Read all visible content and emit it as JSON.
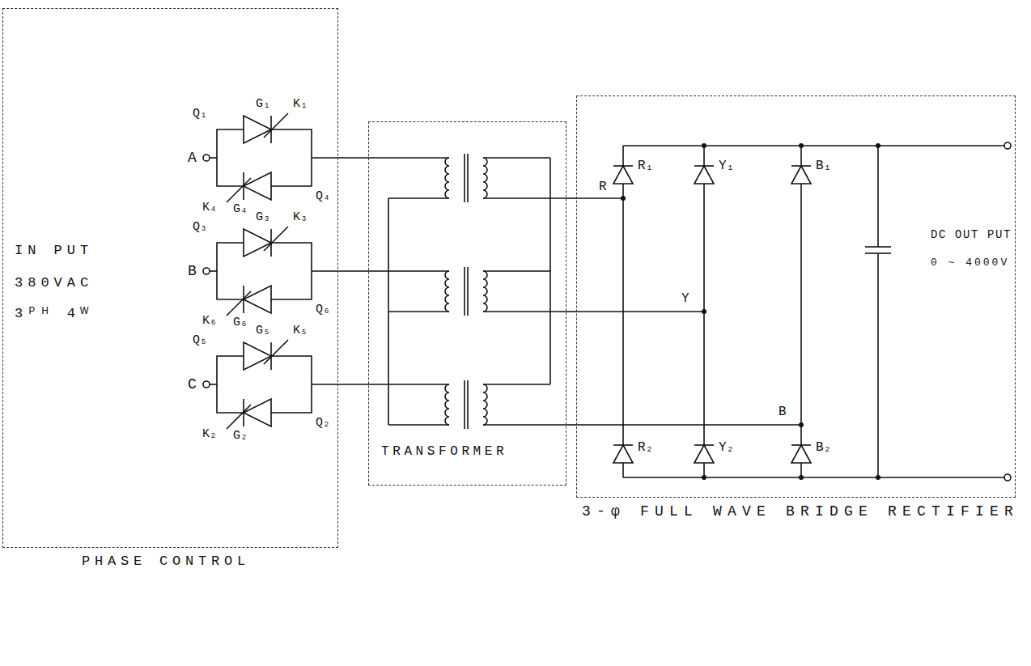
{
  "diagram": {
    "nodes": [
      {
        "text": [
          "PHASE CONTROL"
        ]
      },
      {
        "text": [
          "TRANSFORMER"
        ]
      },
      {
        "text": [
          "3-φ FULL WAVE BRIDGE RECTIFIER"
        ]
      }
    ],
    "edges": [
      {
        "from": 0,
        "to": 1,
        "arrow": "none"
      },
      {
        "from": 0,
        "to": 1,
        "arrow": "none"
      },
      {
        "from": 0,
        "to": 1,
        "arrow": "none"
      },
      {
        "from": 1,
        "to": 2,
        "arrow": "none"
      },
      {
        "from": 1,
        "to": 2,
        "arrow": "none"
      },
      {
        "from": 1,
        "to": 2,
        "arrow": "none"
      }
    ],
    "labels": [
      "A",
      "B",
      "C",
      "IN PUT",
      "380VAC",
      "3ᴾᴴ 4ᵂ",
      "Q₁",
      "G₁",
      "K₁",
      "K₄",
      "G₄",
      "Q₄",
      "G₃",
      "Q₃",
      "K₃",
      "K₆",
      "G₆",
      "Q₆",
      "G₅",
      "Q₅",
      "K₅",
      "K₂",
      "G₂",
      "Q₂",
      "R₁",
      "Y₁",
      "B₁",
      "R",
      "Y",
      "B",
      "R₂",
      "Y₂",
      "B₂",
      "DC OUT PUT",
      "0 ~ 4000V"
    ]
  }
}
